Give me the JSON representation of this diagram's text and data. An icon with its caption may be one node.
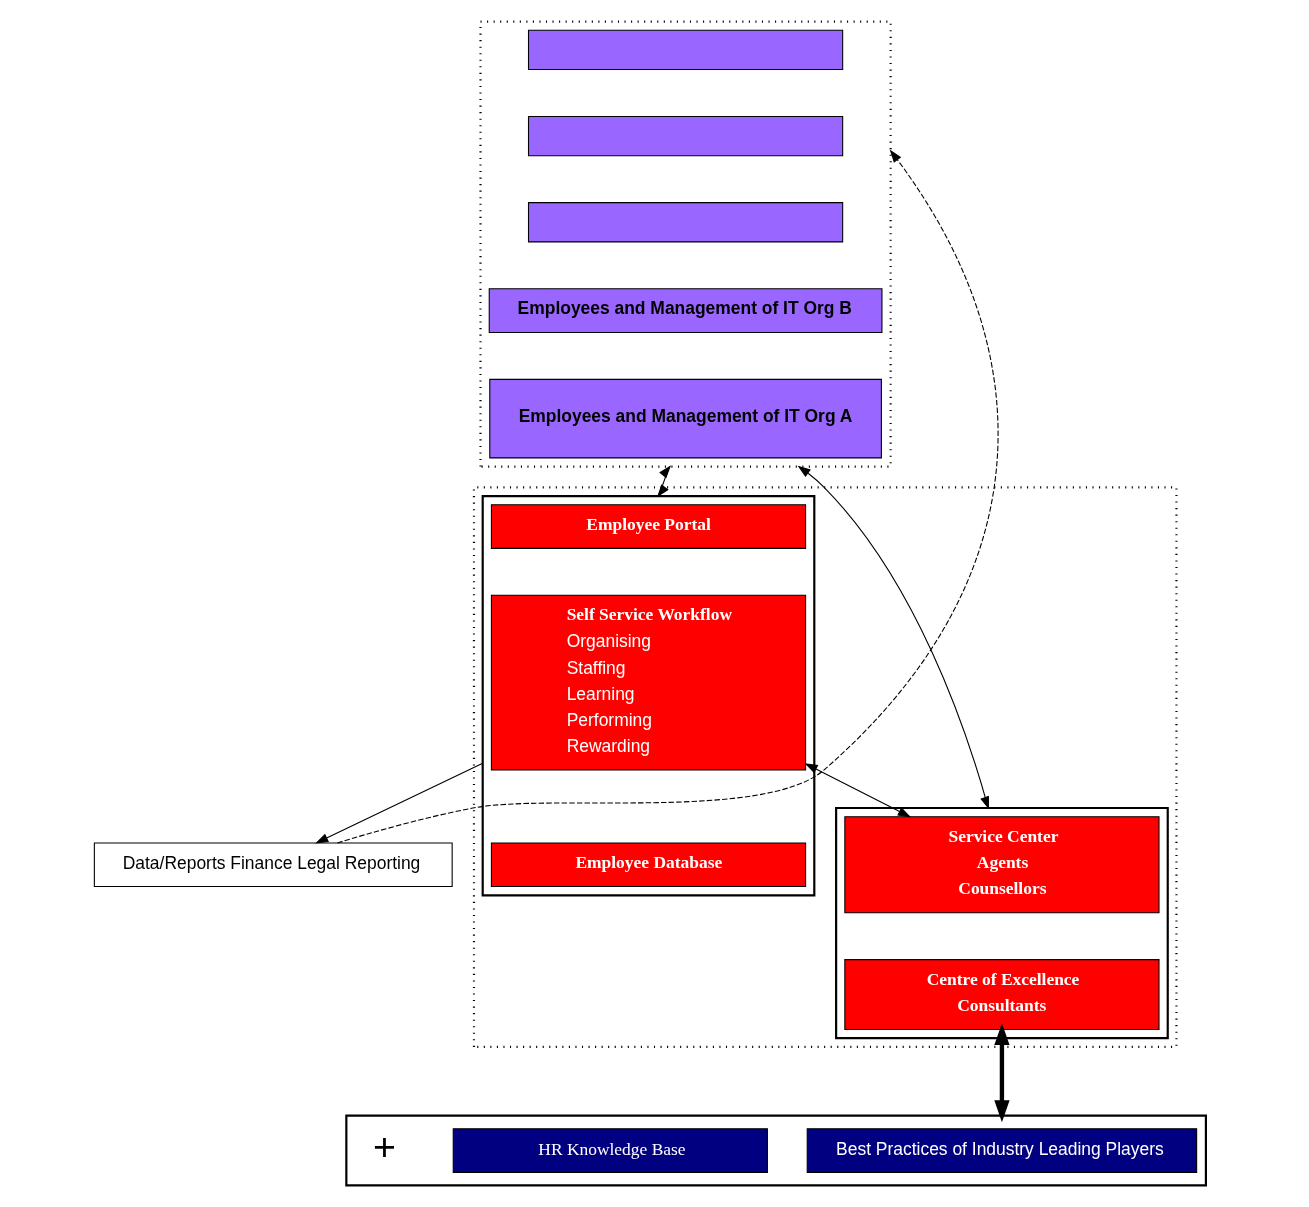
{
  "diagram": {
    "nodes": [
      {
        "text": [],
        "shape": "box"
      },
      {
        "text": [],
        "shape": "box",
        "in": 0
      },
      {
        "text": [],
        "shape": "box",
        "in": 0
      },
      {
        "text": [],
        "shape": "box",
        "in": 0
      },
      {
        "text": [
          "Employees and Management of IT Org B"
        ],
        "in": 0
      },
      {
        "text": [
          "Employees and Management of IT Org A"
        ],
        "in": 0
      },
      {
        "text": [],
        "shape": "box"
      },
      {
        "text": [],
        "shape": "box",
        "in": 6
      },
      {
        "text": [
          "Employee Portal"
        ],
        "in": 7
      },
      {
        "text": [
          "Self Service Workflow",
          "Organising",
          "Staffing",
          "Learning",
          "Performing",
          "Rewarding"
        ],
        "in": 7
      },
      {
        "text": [
          "Employee Database"
        ],
        "in": 7
      },
      {
        "text": [],
        "shape": "box",
        "in": 6
      },
      {
        "text": [
          "Service Center",
          "Agents",
          "Counsellors"
        ],
        "in": 11
      },
      {
        "text": [
          "Centre of Excellence",
          "Consultants"
        ],
        "in": 11
      },
      {
        "text": [
          "Data/Reports Finance Legal Reporting"
        ]
      },
      {
        "text": [],
        "shape": "box"
      },
      {
        "text": [
          "Best Practices of Industry Leading Players"
        ],
        "in": 15
      },
      {
        "text": [
          "HR Knowledge Base"
        ],
        "in": 15
      }
    ],
    "edges": [
      {
        "from": 14,
        "to": 0,
        "arrow": "to",
        "style": "dashed"
      },
      {
        "from": 0,
        "to": 7,
        "arrow": "both"
      },
      {
        "from": 0,
        "to": 11,
        "arrow": "both"
      },
      {
        "from": 7,
        "to": 14,
        "arrow": "to"
      },
      {
        "from": 9,
        "to": 12,
        "arrow": "both"
      },
      {
        "from": 13,
        "to": 15,
        "arrow": "both",
        "style": "thick"
      }
    ],
    "labels": [
      "+"
    ]
  }
}
